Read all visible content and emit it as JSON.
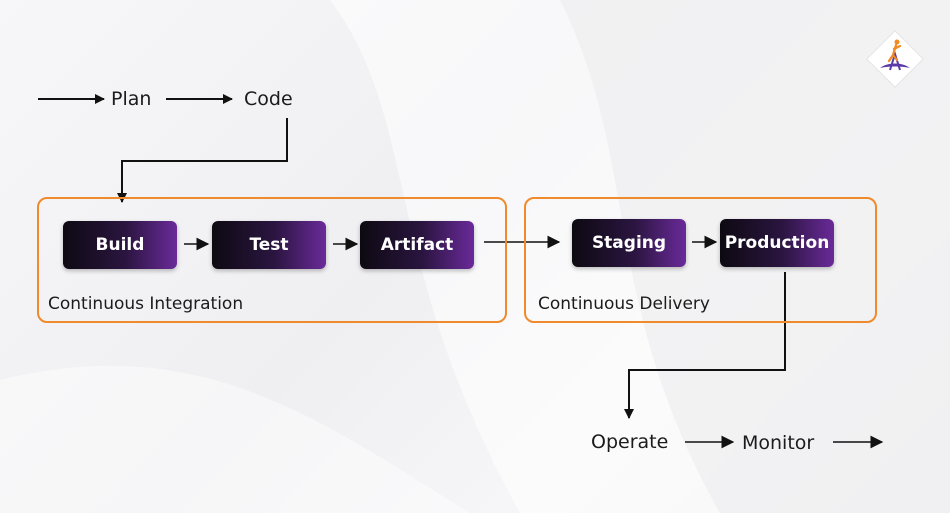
{
  "flow": {
    "plan": "Plan",
    "code": "Code",
    "operate": "Operate",
    "monitor": "Monitor"
  },
  "ci": {
    "label": "Continuous Integration",
    "stages": [
      "Build",
      "Test",
      "Artifact"
    ]
  },
  "cd": {
    "label": "Continuous Delivery",
    "stages": [
      "Staging",
      "Production"
    ]
  },
  "colors": {
    "group_border": "#ef8a2d",
    "stage_dark": "#0d0a12",
    "stage_purple": "#6a2a9a",
    "arrow": "#111111",
    "logo_orange": "#f08a24",
    "logo_purple": "#5b3aa8"
  },
  "icons": {
    "logo": "brand-logo-icon"
  }
}
